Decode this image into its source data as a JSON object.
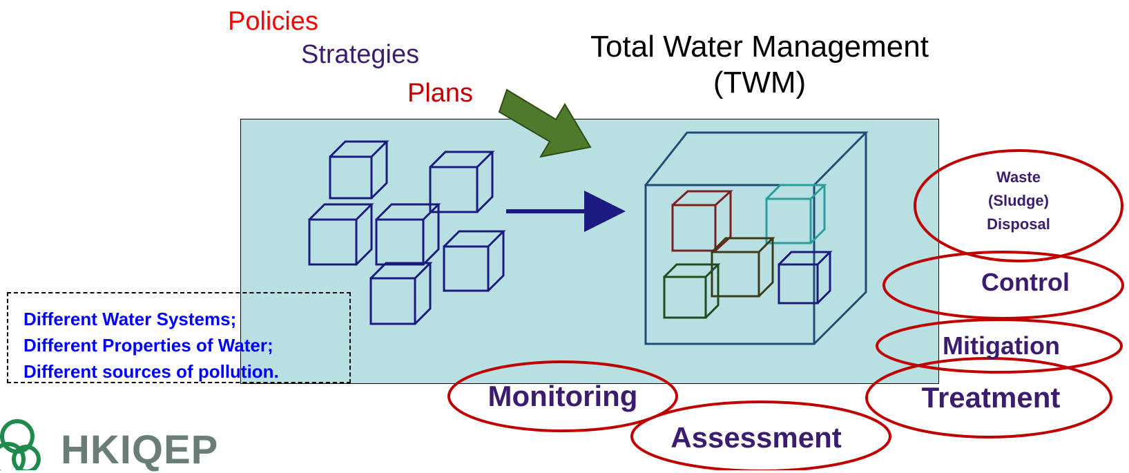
{
  "header": {
    "policies": "Policies",
    "strategies": "Strategies",
    "plans": "Plans",
    "title_line1": "Total Water Management",
    "title_line2": "(TWM)"
  },
  "note_box": {
    "lines": [
      "Different Water Systems;",
      "Different Properties of Water;",
      "Different sources of pollution."
    ]
  },
  "ovals": {
    "waste_line1": "Waste",
    "waste_line2": "(Sludge)",
    "waste_line3": "Disposal",
    "control": "Control",
    "mitigation": "Mitigation",
    "treatment": "Treatment",
    "monitoring": "Monitoring",
    "assessment": "Assessment"
  },
  "logo": {
    "text": "HKIQEP"
  },
  "colors": {
    "panel": "#b8dfe2",
    "cube_blue": "#1a1a80",
    "oval_red": "#c00000",
    "arrow_green": "#4f7a2b"
  }
}
